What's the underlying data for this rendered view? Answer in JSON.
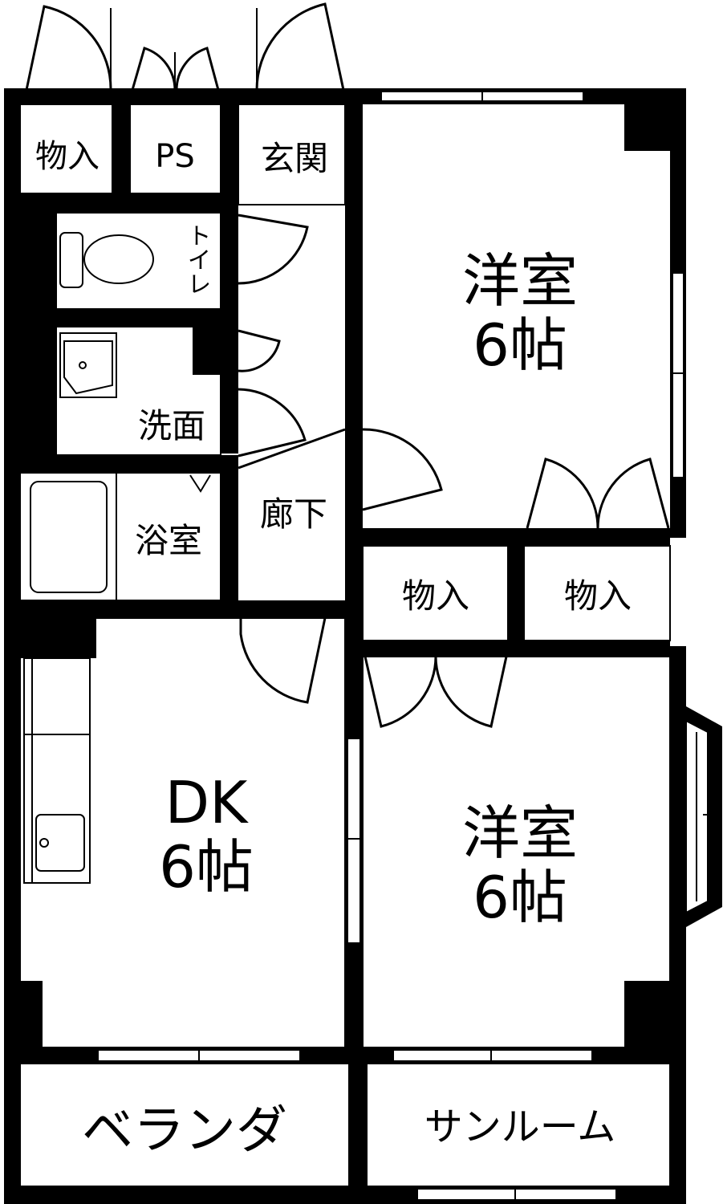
{
  "rooms": {
    "storage_top": "物入",
    "ps": "PS",
    "entrance": "玄関",
    "toilet": "トイレ",
    "washroom": "洗面",
    "bathroom": "浴室",
    "hallway": "廊下",
    "western_room_1_name": "洋室",
    "western_room_1_size": "6帖",
    "closet_left": "物入",
    "closet_right": "物入",
    "western_room_2_name": "洋室",
    "western_room_2_size": "6帖",
    "dk_name": "DK",
    "dk_size": "6帖",
    "veranda": "ベランダ",
    "sunroom": "サンルーム"
  }
}
